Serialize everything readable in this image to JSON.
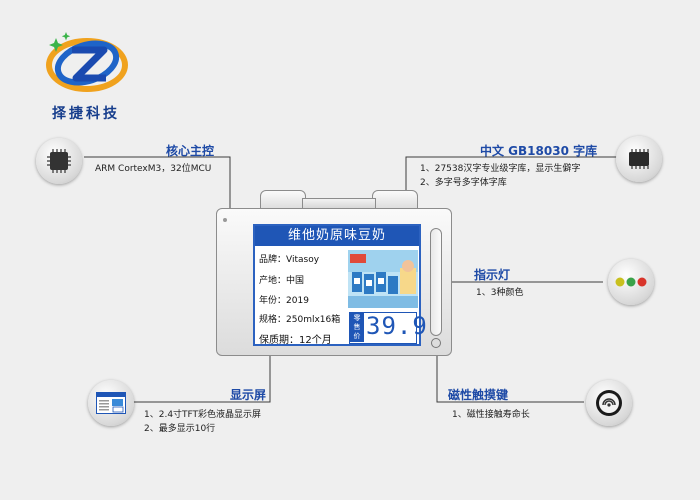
{
  "brand": {
    "name": "择捷科技"
  },
  "features": {
    "core": {
      "title": "核心主控",
      "desc": "ARM CortexM3，32位MCU",
      "icon": "chip-icon"
    },
    "font": {
      "title": "中文 GB18030 字库",
      "desc": [
        "1、27538汉字专业级字库，显示生僻字",
        "2、多字号多字体字库"
      ],
      "icon": "font-chip-icon"
    },
    "led": {
      "title": "指示灯",
      "desc": "1、3种颜色",
      "icon": "led-indicator-icon",
      "colors": [
        "#c8c01e",
        "#3aa24a",
        "#d8342a"
      ]
    },
    "display": {
      "title": "显示屏",
      "desc": [
        "1、2.4寸TFT彩色液晶显示屏",
        "2、最多显示10行"
      ],
      "icon": "screen-thumbnail-icon"
    },
    "touch": {
      "title": "磁性触摸键",
      "desc": "1、磁性接触寿命长",
      "icon": "touch-key-icon"
    }
  },
  "screen": {
    "title": "维他奶原味豆奶",
    "specs": [
      {
        "label": "品牌：",
        "value": "Vitasoy"
      },
      {
        "label": "产地：",
        "value": "中国"
      },
      {
        "label": "年份：",
        "value": "2019"
      },
      {
        "label": "规格：",
        "value": "250mlx16箱"
      },
      {
        "label": "保质期：",
        "value": "12个月"
      }
    ],
    "price_label": "零售价",
    "price": "39.9"
  },
  "colors": {
    "accent": "#1e4aa6",
    "screen_blue": "#1f56b6"
  }
}
